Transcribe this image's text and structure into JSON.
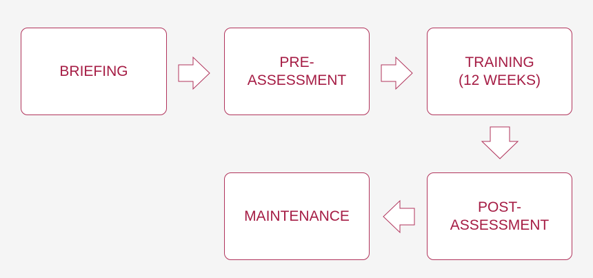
{
  "diagram": {
    "steps": {
      "briefing": "BRIEFING",
      "pre_assessment": "PRE-\nASSESSMENT",
      "training": "TRAINING\n(12 WEEKS)",
      "post_assessment": "POST-\nASSESSMENT",
      "maintenance": "MAINTENANCE"
    },
    "colors": {
      "accent": "#a51c44",
      "border": "#b0325a",
      "box_fill": "#ffffff",
      "background": "#f5f5f5"
    }
  }
}
